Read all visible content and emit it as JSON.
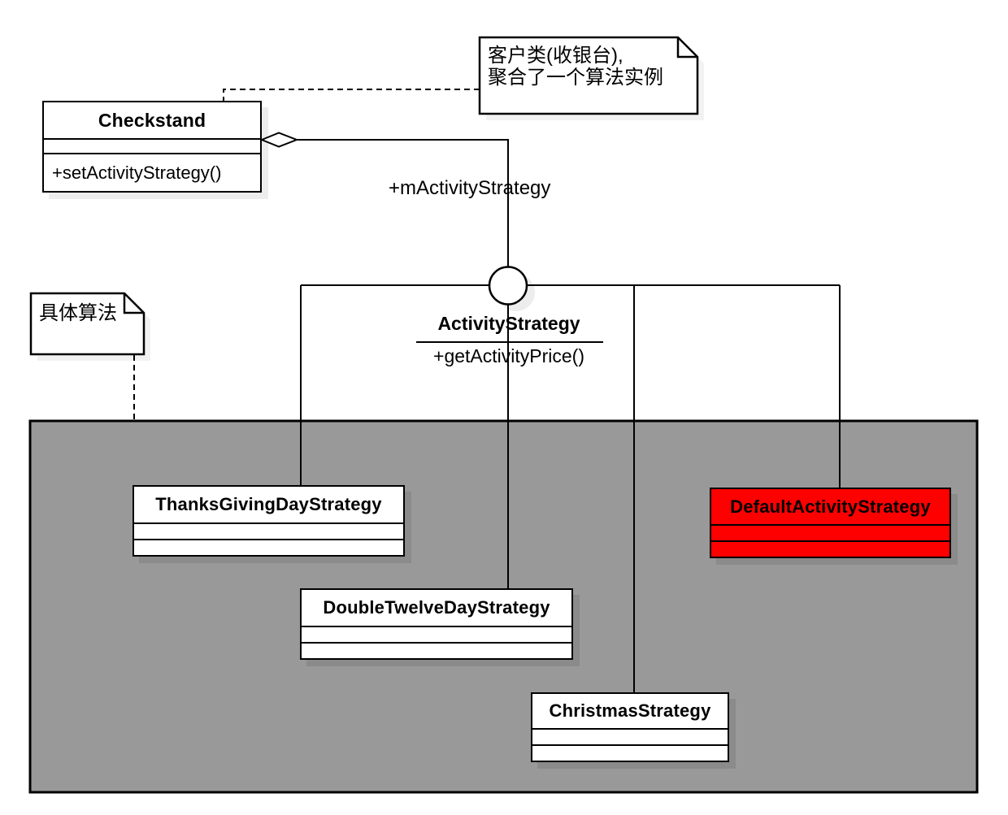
{
  "notes": {
    "client": {
      "line1": "客户类(收银台),",
      "line2": "聚合了一个算法实例"
    },
    "concrete": {
      "text": "具体算法"
    }
  },
  "association": {
    "label": "+mActivityStrategy"
  },
  "interface": {
    "name": "ActivityStrategy",
    "method": "+getActivityPrice()"
  },
  "classes": {
    "checkstand": {
      "name": "Checkstand",
      "method": "+setActivityStrategy()"
    },
    "thanksgiving": {
      "name": "ThanksGivingDayStrategy"
    },
    "doubletwelve": {
      "name": "DoubleTwelveDayStrategy"
    },
    "christmas": {
      "name": "ChristmasStrategy"
    },
    "defaultstrategy": {
      "name": "DefaultActivityStrategy"
    }
  },
  "colors": {
    "highlight": "#ff0000",
    "region": "#999999",
    "line": "#000000",
    "shadow": "rgba(0,0,0,0.08)"
  }
}
